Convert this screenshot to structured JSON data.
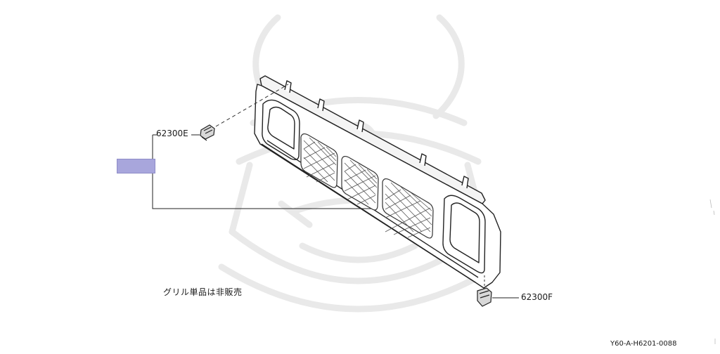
{
  "diagram": {
    "part_labels": {
      "clip_upper": "62300E",
      "clip_lower": "62300F"
    },
    "note": "グリル単品は非販売",
    "reference_code": "Y60-A-H6201-0088",
    "highlight_color": "#a8a6dc",
    "line_color": "#222222",
    "watermark_color": "#e9e9e9"
  }
}
